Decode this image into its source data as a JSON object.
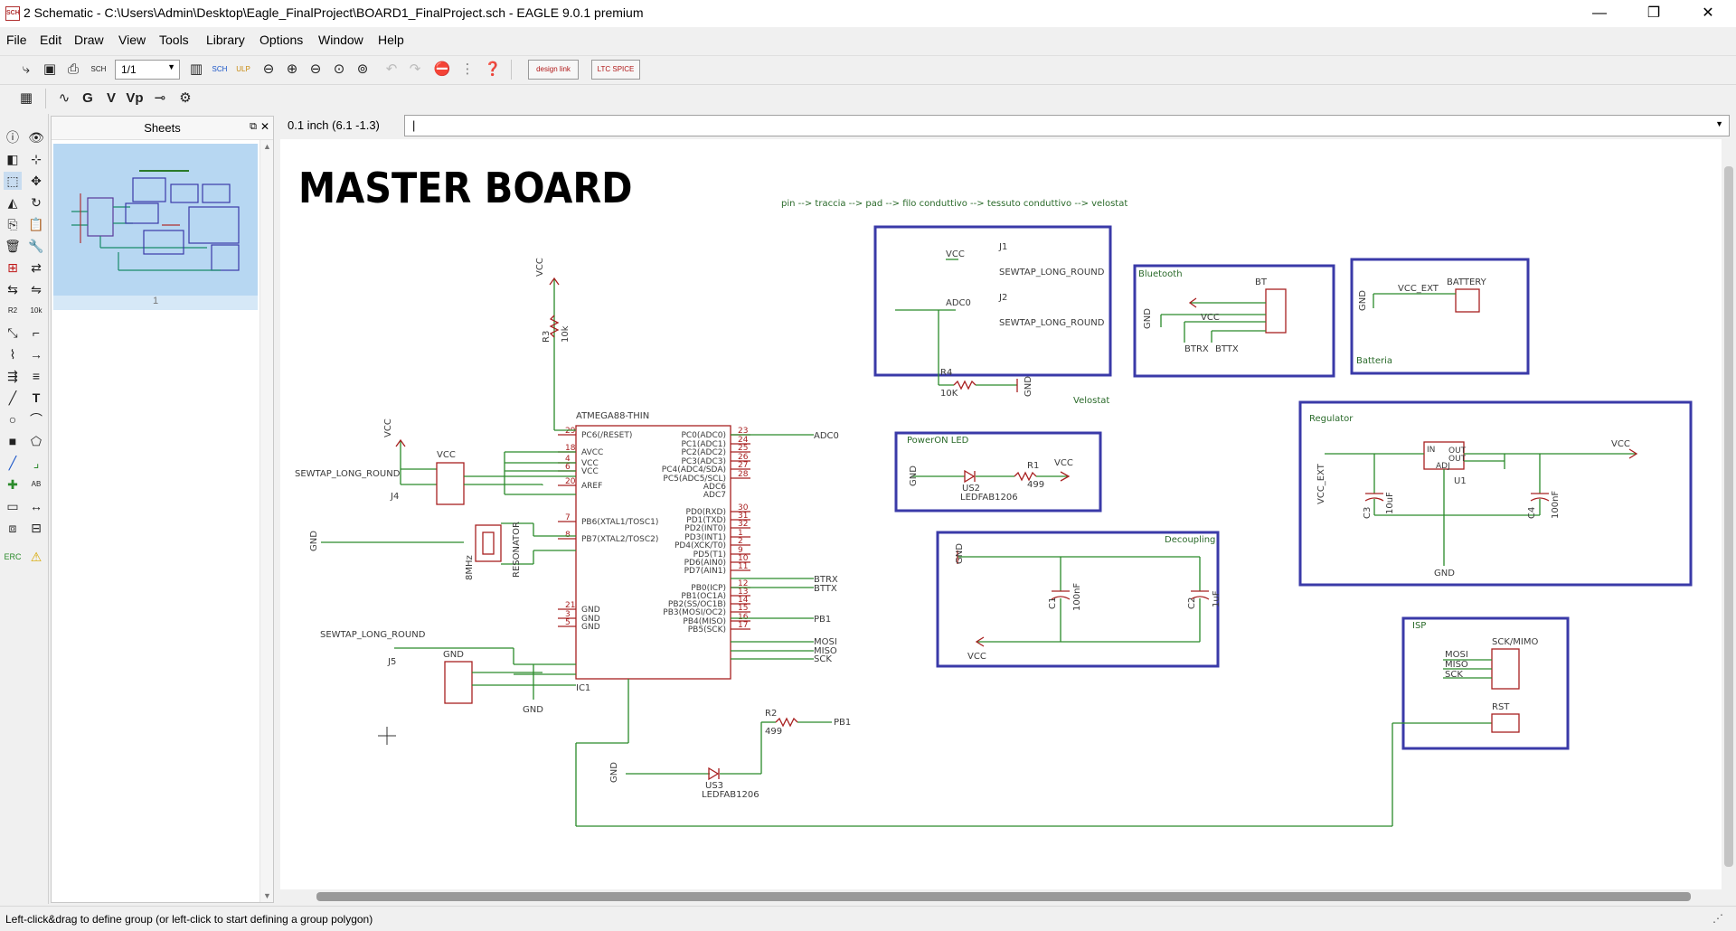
{
  "window": {
    "title": "2 Schematic - C:\\Users\\Admin\\Desktop\\Eagle_FinalProject\\BOARD1_FinalProject.sch - EAGLE 9.0.1 premium",
    "app_icon": "SCH",
    "minimize": "—",
    "maximize": "❐",
    "close": "✕"
  },
  "menu": [
    "File",
    "Edit",
    "Draw",
    "View",
    "Tools",
    "Library",
    "Options",
    "Window",
    "Help"
  ],
  "toolbar": {
    "sheet_select": "1/1",
    "design_link": "design link",
    "ltc_spice": "LTC SPICE"
  },
  "sheets_panel": {
    "header": "Sheets",
    "sheet_number": "1"
  },
  "grid_readout": "0.1 inch (6.1 -1.3)",
  "command_input": "|",
  "status": "Left-click&drag to define group (or left-click to start defining a group polygon)",
  "schematic": {
    "title": "MASTER BOARD",
    "note": "pin --> traccia --> pad --> filo conduttivo --> tessuto conduttivo --> velostat",
    "frames": {
      "velostat": "Velostat",
      "bluetooth": "Bluetooth",
      "batteria": "Batteria",
      "poweron": "PowerON LED",
      "regulator": "Regulator",
      "decoupling": "Decoupling",
      "isp": "ISP"
    },
    "ic": {
      "name": "ATMEGA88-THIN",
      "ref": "IC1",
      "left_pins": [
        {
          "num": "29",
          "name": "PC6(/RESET)"
        },
        {
          "num": "18",
          "name": "AVCC"
        },
        {
          "num": "4",
          "name": "VCC"
        },
        {
          "num": "6",
          "name": "VCC"
        },
        {
          "num": "20",
          "name": "AREF"
        },
        {
          "num": "7",
          "name": "PB6(XTAL1/TOSC1)"
        },
        {
          "num": "8",
          "name": "PB7(XTAL2/TOSC2)"
        },
        {
          "num": "21",
          "name": "GND"
        },
        {
          "num": "3",
          "name": "GND"
        },
        {
          "num": "5",
          "name": "GND"
        }
      ],
      "right_pins": [
        {
          "num": "23",
          "name": "PC0(ADC0)"
        },
        {
          "num": "24",
          "name": "PC1(ADC1)"
        },
        {
          "num": "25",
          "name": "PC2(ADC2)"
        },
        {
          "num": "26",
          "name": "PC3(ADC3)"
        },
        {
          "num": "27",
          "name": "PC4(ADC4/SDA)"
        },
        {
          "num": "28",
          "name": "PC5(ADC5/SCL)"
        },
        {
          "num": "",
          "name": "ADC6"
        },
        {
          "num": "",
          "name": "ADC7"
        },
        {
          "num": "30",
          "name": "PD0(RXD)"
        },
        {
          "num": "31",
          "name": "PD1(TXD)"
        },
        {
          "num": "32",
          "name": "PD2(INT0)"
        },
        {
          "num": "1",
          "name": "PD3(INT1)"
        },
        {
          "num": "2",
          "name": "PD4(XCK/T0)"
        },
        {
          "num": "9",
          "name": "PD5(T1)"
        },
        {
          "num": "10",
          "name": "PD6(AIN0)"
        },
        {
          "num": "11",
          "name": "PD7(AIN1)"
        },
        {
          "num": "12",
          "name": "PB0(ICP)"
        },
        {
          "num": "13",
          "name": "PB1(OC1A)"
        },
        {
          "num": "14",
          "name": "PB2(SS/OC1B)"
        },
        {
          "num": "15",
          "name": "PB3(MOSI/OC2)"
        },
        {
          "num": "16",
          "name": "PB4(MISO)"
        },
        {
          "num": "17",
          "name": "PB5(SCK)"
        }
      ]
    },
    "nets": {
      "vcc": "VCC",
      "gnd": "GND",
      "adc0": "ADC0",
      "btrx": "BTRX",
      "bttx": "BTTX",
      "pb1": "PB1",
      "mosi": "MOSI",
      "miso": "MISO",
      "sck": "SCK",
      "vcc_ext": "VCC_EXT"
    },
    "parts": {
      "sewtap": "SEWTAP_LONG_ROUND",
      "j1": "J1",
      "j2": "J2",
      "j4": "J4",
      "j5": "J5",
      "r1": "R1",
      "r1_val": "499",
      "r2": "R2",
      "r2_val": "499",
      "r3": "R3",
      "r3_val": "10k",
      "r4": "R4",
      "r4_val": "10K",
      "us2": "US2",
      "us3": "US3",
      "led": "LEDFAB1206",
      "resonator": "RESONATOR",
      "freq": "8MHz",
      "c1": "C1",
      "c1_val": "100nF",
      "c2": "C2",
      "c2_val": "1uF",
      "c3": "C3",
      "c3_val": "10uF",
      "c4": "C4",
      "c4_val": "100nF",
      "u1": "U1",
      "reg_in": "IN",
      "reg_out1": "OUT",
      "reg_out2": "OUT",
      "reg_adj": "ADJ",
      "bt": "BT",
      "battery": "BATTERY",
      "sck_mimo": "SCK/MIMO",
      "rst": "RST"
    }
  }
}
